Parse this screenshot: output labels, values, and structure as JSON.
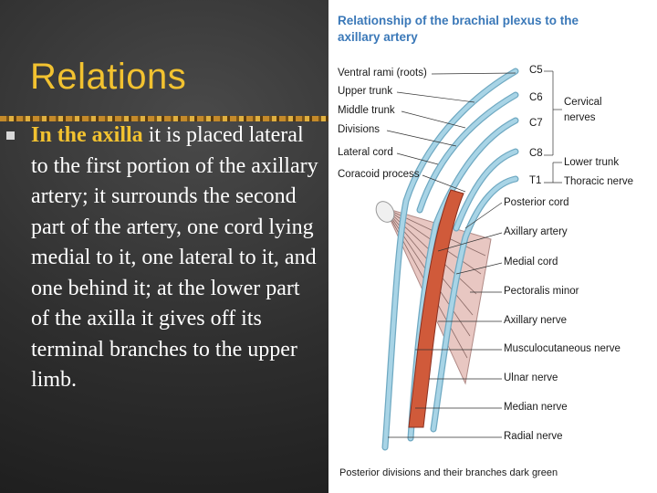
{
  "slide": {
    "title": "Relations",
    "bullet_lead": "In the axilla",
    "bullet_rest": " it is placed lateral to the first portion of the axillary artery; it surrounds the second part of the artery, one cord lying medial to it, one lateral to it, and one behind it; at the lower part of the axilla it gives off its terminal branches to the upper limb."
  },
  "figure": {
    "title": "Relationship of the brachial plexus to the axillary artery",
    "left_labels": [
      "Ventral rami (roots)",
      "Upper trunk",
      "Middle trunk",
      "Divisions",
      "Lateral cord",
      "Coracoid process"
    ],
    "root_labels": [
      "C5",
      "C6",
      "C7",
      "C8",
      "T1"
    ],
    "cervical_label": "Cervical nerves",
    "right_labels": [
      "Lower trunk",
      "Thoracic nerve",
      "Posterior cord",
      "Axillary artery",
      "Medial cord",
      "Pectoralis minor",
      "Axillary nerve",
      "Musculocutaneous nerve",
      "Ulnar nerve",
      "Median nerve",
      "Radial nerve"
    ],
    "caption": "Posterior divisions and their branches dark green",
    "colors": {
      "nerve": "#a8d4e6",
      "nerve_outline": "#6fa9c2",
      "artery": "#d05a3a",
      "muscle": "#e8c7c2",
      "title": "#3a78b8"
    }
  }
}
